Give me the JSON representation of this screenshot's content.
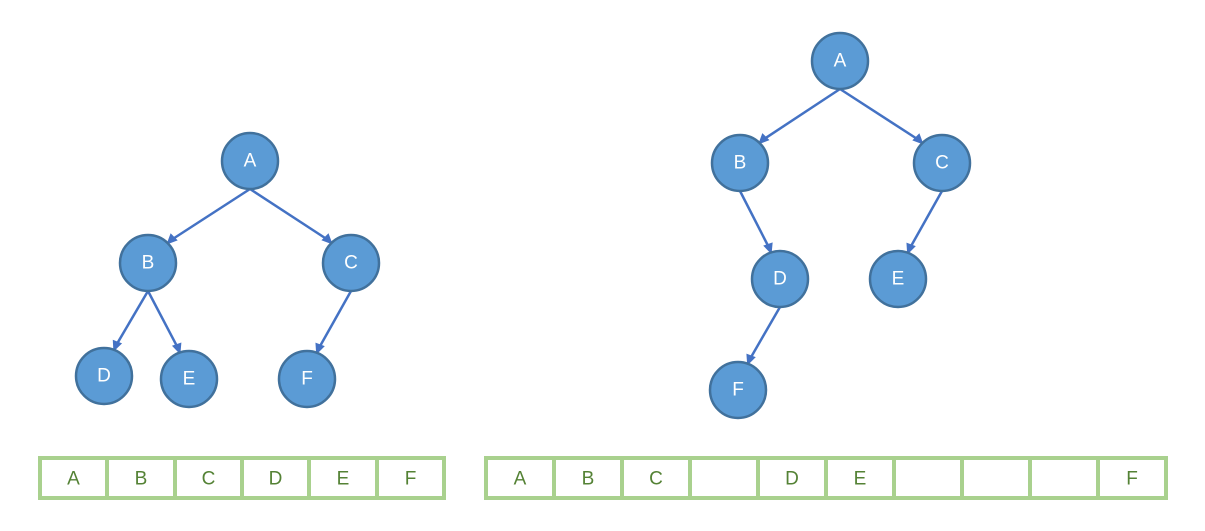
{
  "diagrams": [
    {
      "name": "complete-tree",
      "nodes": [
        {
          "id": "A1",
          "label": "A"
        },
        {
          "id": "B1",
          "label": "B"
        },
        {
          "id": "C1",
          "label": "C"
        },
        {
          "id": "D1",
          "label": "D"
        },
        {
          "id": "E1",
          "label": "E"
        },
        {
          "id": "F1",
          "label": "F"
        }
      ],
      "edges": [
        [
          "A1",
          "B1"
        ],
        [
          "A1",
          "C1"
        ],
        [
          "B1",
          "D1"
        ],
        [
          "B1",
          "E1"
        ],
        [
          "C1",
          "F1"
        ]
      ],
      "array": [
        "A",
        "B",
        "C",
        "D",
        "E",
        "F"
      ]
    },
    {
      "name": "incomplete-tree",
      "nodes": [
        {
          "id": "A2",
          "label": "A"
        },
        {
          "id": "B2",
          "label": "B"
        },
        {
          "id": "C2",
          "label": "C"
        },
        {
          "id": "D2",
          "label": "D"
        },
        {
          "id": "E2",
          "label": "E"
        },
        {
          "id": "F2",
          "label": "F"
        }
      ],
      "edges": [
        [
          "A2",
          "B2"
        ],
        [
          "A2",
          "C2"
        ],
        [
          "B2",
          "D2"
        ],
        [
          "C2",
          "E2"
        ],
        [
          "D2",
          "F2"
        ]
      ],
      "array": [
        "A",
        "B",
        "C",
        "",
        "D",
        "E",
        "",
        "",
        "",
        "F"
      ]
    }
  ],
  "colors": {
    "node_fill": "#5b9bd5",
    "node_stroke": "#41719c",
    "edge": "#4472c4",
    "cell_border": "#a9d18e",
    "cell_text": "#548235"
  }
}
